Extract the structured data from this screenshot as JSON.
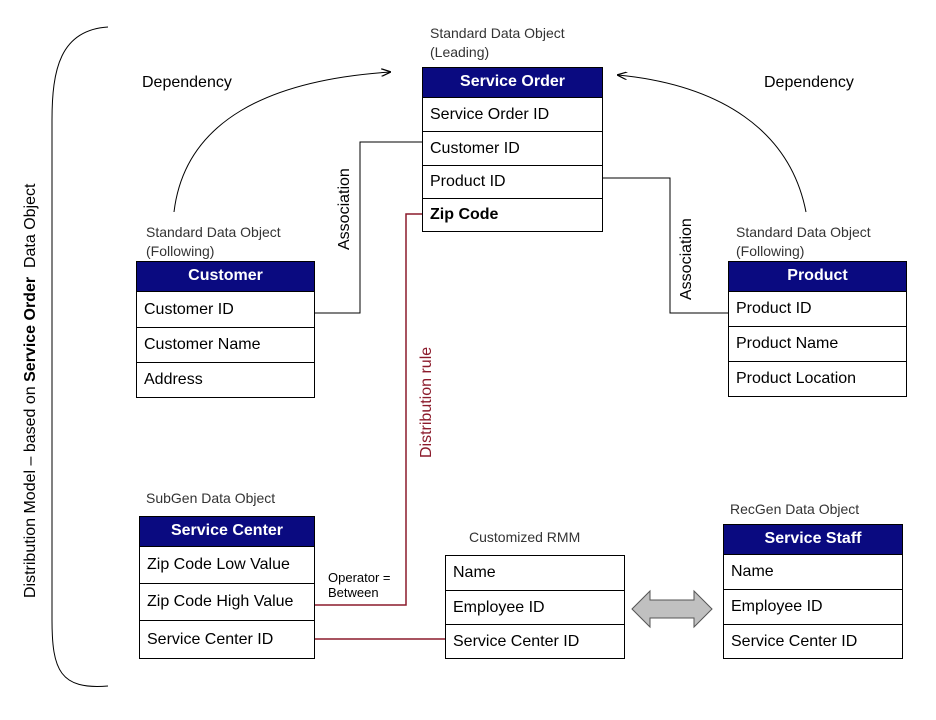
{
  "side_title": {
    "part1": "Distribution Model – based on ",
    "part2": "Service Order",
    "part3": "  Data Object"
  },
  "dependency_left": "Dependency",
  "dependency_right": "Dependency",
  "association_left": "Association",
  "association_right": "Association",
  "distribution_rule": "Distribution rule",
  "operator_note": {
    "line1": "Operator =",
    "line2": "Between"
  },
  "service_order": {
    "caption_line1": "Standard Data Object",
    "caption_line2": "(Leading)",
    "title": "Service Order",
    "fields": [
      "Service Order ID",
      "Customer ID",
      "Product ID",
      "Zip Code"
    ]
  },
  "customer": {
    "caption_line1": "Standard Data Object",
    "caption_line2": "(Following)",
    "title": "Customer",
    "fields": [
      "Customer ID",
      "Customer Name",
      "Address"
    ]
  },
  "product": {
    "caption_line1": "Standard Data Object",
    "caption_line2": "(Following)",
    "title": "Product",
    "fields": [
      "Product ID",
      "Product Name",
      "Product Location"
    ]
  },
  "service_center": {
    "caption": "SubGen Data Object",
    "title": "Service Center",
    "fields": [
      "Zip Code Low Value",
      "Zip Code High Value",
      "Service Center ID"
    ]
  },
  "rmm": {
    "caption": "Customized RMM",
    "fields": [
      "Name",
      "Employee ID",
      "Service Center ID"
    ]
  },
  "service_staff": {
    "caption": "RecGen Data Object",
    "title": "Service Staff",
    "fields": [
      "Name",
      "Employee ID",
      "Service Center ID"
    ]
  },
  "colors": {
    "header_bg": "#0a0a80",
    "rule_line": "#8b1a2b",
    "arrow_fill": "#c0c0c0"
  }
}
